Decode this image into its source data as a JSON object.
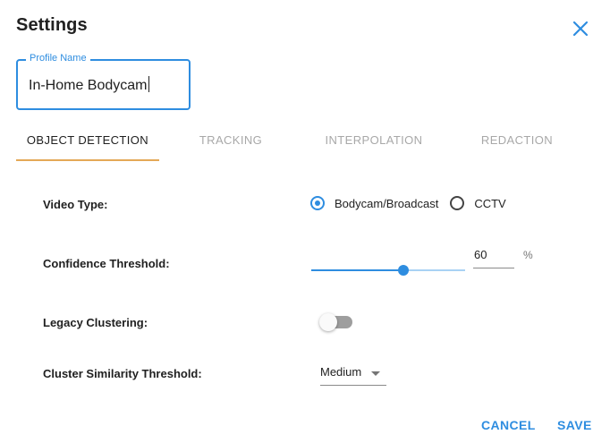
{
  "dialog": {
    "title": "Settings",
    "close_icon": "close-icon"
  },
  "profile": {
    "label": "Profile Name",
    "value": "In-Home Bodycam"
  },
  "tabs": [
    {
      "label": "OBJECT DETECTION",
      "active": true
    },
    {
      "label": "TRACKING",
      "active": false
    },
    {
      "label": "INTERPOLATION",
      "active": false
    },
    {
      "label": "REDACTION",
      "active": false
    }
  ],
  "object_detection": {
    "video_type": {
      "label": "Video Type:",
      "options": [
        "Bodycam/Broadcast",
        "CCTV"
      ],
      "selected": "Bodycam/Broadcast"
    },
    "confidence_threshold": {
      "label": "Confidence Threshold:",
      "value": "60",
      "unit": "%"
    },
    "legacy_clustering": {
      "label": "Legacy Clustering:",
      "enabled": false
    },
    "cluster_similarity_threshold": {
      "label": "Cluster Similarity Threshold:",
      "value": "Medium"
    }
  },
  "actions": {
    "cancel": "CANCEL",
    "save": "SAVE"
  },
  "colors": {
    "accent": "#2e8de0",
    "tab_indicator": "#e4a957",
    "inactive_tab": "#a8a8a8"
  }
}
